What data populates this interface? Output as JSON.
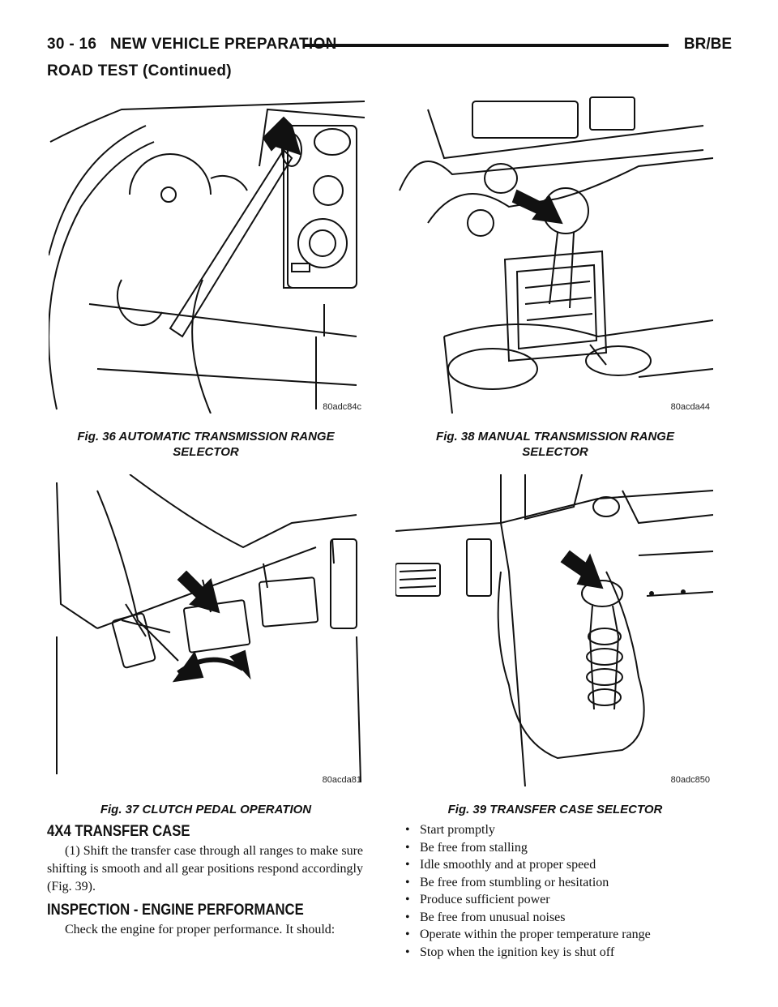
{
  "header": {
    "page_number": "30 - 16",
    "chapter_title": "NEW VEHICLE PREPARATION",
    "model_code": "BR/BE",
    "section_continued": "ROAD TEST (Continued)"
  },
  "figures": [
    {
      "id": "80adc84c",
      "caption_line1": "Fig. 36 AUTOMATIC TRANSMISSION RANGE",
      "caption_line2": "SELECTOR"
    },
    {
      "id": "80acda44",
      "caption_line1": "Fig. 38 MANUAL TRANSMISSION RANGE",
      "caption_line2": "SELECTOR"
    },
    {
      "id": "80acda81",
      "caption_line1": "Fig. 37 CLUTCH PEDAL OPERATION"
    },
    {
      "id": "80adc850",
      "caption_line1": "Fig. 39 TRANSFER CASE SELECTOR"
    }
  ],
  "transfer_case": {
    "heading": "4X4 TRANSFER CASE",
    "text": "(1) Shift the transfer case through all ranges to make sure shifting is smooth and all gear positions respond accordingly (Fig. 39)."
  },
  "engine_performance": {
    "heading": "INSPECTION - ENGINE PERFORMANCE",
    "text": "Check the engine for proper performance. It should:",
    "bullet_glyph": "•",
    "items": [
      "Start promptly",
      "Be free from stalling",
      "Idle smoothly and at proper speed",
      "Be free from stumbling or hesitation",
      "Produce sufficient power",
      "Be free from unusual noises",
      "Operate within the proper temperature range",
      "Stop when the ignition key is shut off"
    ]
  },
  "icons": {
    "fig36": "steering-column-shifter-illustration",
    "fig38": "floor-manual-shifter-illustration",
    "fig37": "clutch-pedal-illustration",
    "fig39": "transfer-case-lever-illustration",
    "arrow": "pointer-arrow-icon"
  }
}
